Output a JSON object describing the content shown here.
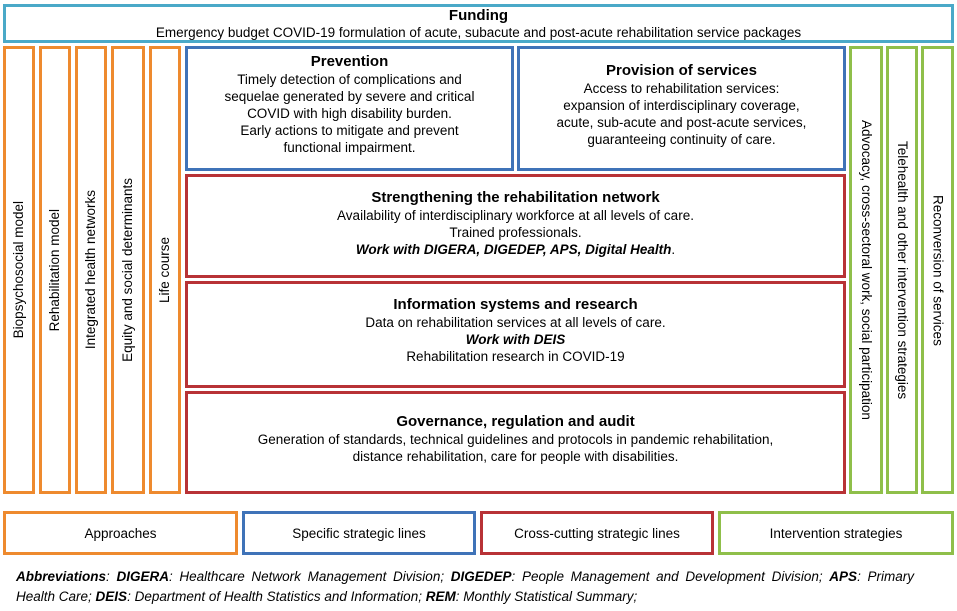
{
  "funding": {
    "title": "Funding",
    "text": "Emergency budget COVID-19 formulation of acute, subacute and post-acute rehabilitation  service packages"
  },
  "approaches": [
    "Biopsychosocial model",
    "Rehabilitation model",
    "Integrated health networks",
    "Equity and social determinants",
    "Life course"
  ],
  "prevention": {
    "title": "Prevention",
    "lines": [
      "Timely detection of complications and",
      "sequelae generated by severe and critical",
      "COVID with high disability burden.",
      "Early actions to mitigate and prevent",
      "functional impairment."
    ]
  },
  "provision": {
    "title": "Provision of services",
    "lines": [
      "Access to rehabilitation  services:",
      "expansion of interdisciplinary coverage,",
      "acute, sub-acute and post-acute services,",
      "guaranteeing continuity of care."
    ]
  },
  "strengthening": {
    "title": "Strengthening the rehabilitation network",
    "line1": "Availability  of interdisciplinary workforce at all levels of care.",
    "line2": "Trained professionals.",
    "work": "Work with DIGERA, DIGEDEP, APS, Digital Health",
    "work_end": "."
  },
  "information": {
    "title": "Information systems and research",
    "line1": "Data on rehabilitation  services at all levels of care.",
    "work": "Work with DEIS",
    "line3": "Rehabilitation research in COVID-19"
  },
  "governance": {
    "title": "Governance, regulation and audit",
    "line1": "Generation of standards, technical guidelines and protocols in pandemic rehabilitation,",
    "line2": "distance rehabilitation,  care for people with disabilities."
  },
  "interventions": [
    "Advocacy, cross-sectoral work, social participation",
    "Telehealth and other intervention strategies",
    "Reconversion of services"
  ],
  "legend": {
    "approaches": "Approaches",
    "specific": "Specific strategic lines",
    "cross": "Cross-cutting strategic lines",
    "intervention": "Intervention strategies"
  },
  "abbreviations": {
    "label": "Abbreviations",
    "items": [
      {
        "abbr": "DIGERA",
        "text": ": Healthcare Network Management Division; "
      },
      {
        "abbr": "DIGEDEP",
        "text": ": People Management and Development Division; "
      },
      {
        "abbr": "APS",
        "text": ": Primary Health Care; "
      },
      {
        "abbr": "DEIS",
        "text": ": Department of Health Statistics and Information; "
      },
      {
        "abbr": "REM",
        "text": ": Monthly Statistical Summary;"
      }
    ]
  },
  "colors": {
    "approaches": "#ee8a2e",
    "specific": "#3f73b8",
    "cross_cutting": "#b83236",
    "intervention": "#8fbf4a",
    "funding": "#4aa9c8"
  }
}
